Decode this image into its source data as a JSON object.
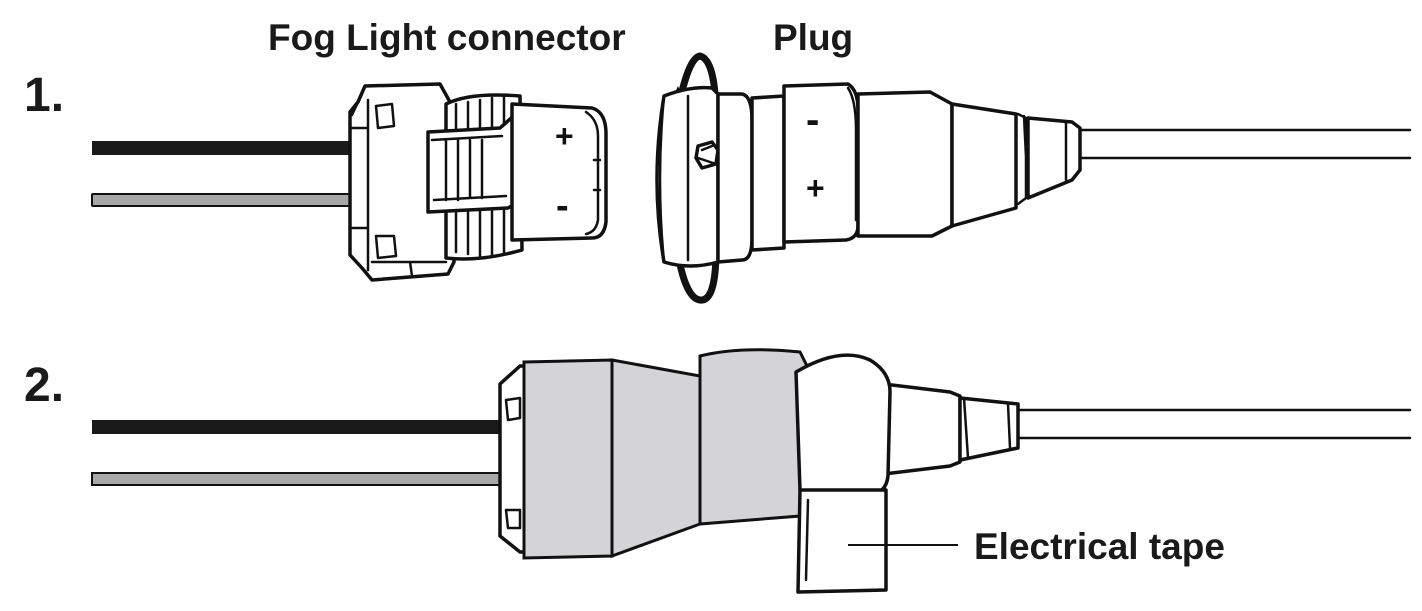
{
  "labels": {
    "step1": "1.",
    "step2": "2.",
    "connector": "Fog Light connector",
    "plug": "Plug",
    "tape": "Electrical tape"
  },
  "polarity": {
    "connector_top": "+",
    "connector_bottom": "-",
    "plug_top": "-",
    "plug_bottom": "+"
  },
  "colors": {
    "wire_black": "#1a1a1a",
    "wire_gray": "#a8a8a8",
    "tape_gray": "#d4d4d6",
    "outline": "#111111"
  }
}
